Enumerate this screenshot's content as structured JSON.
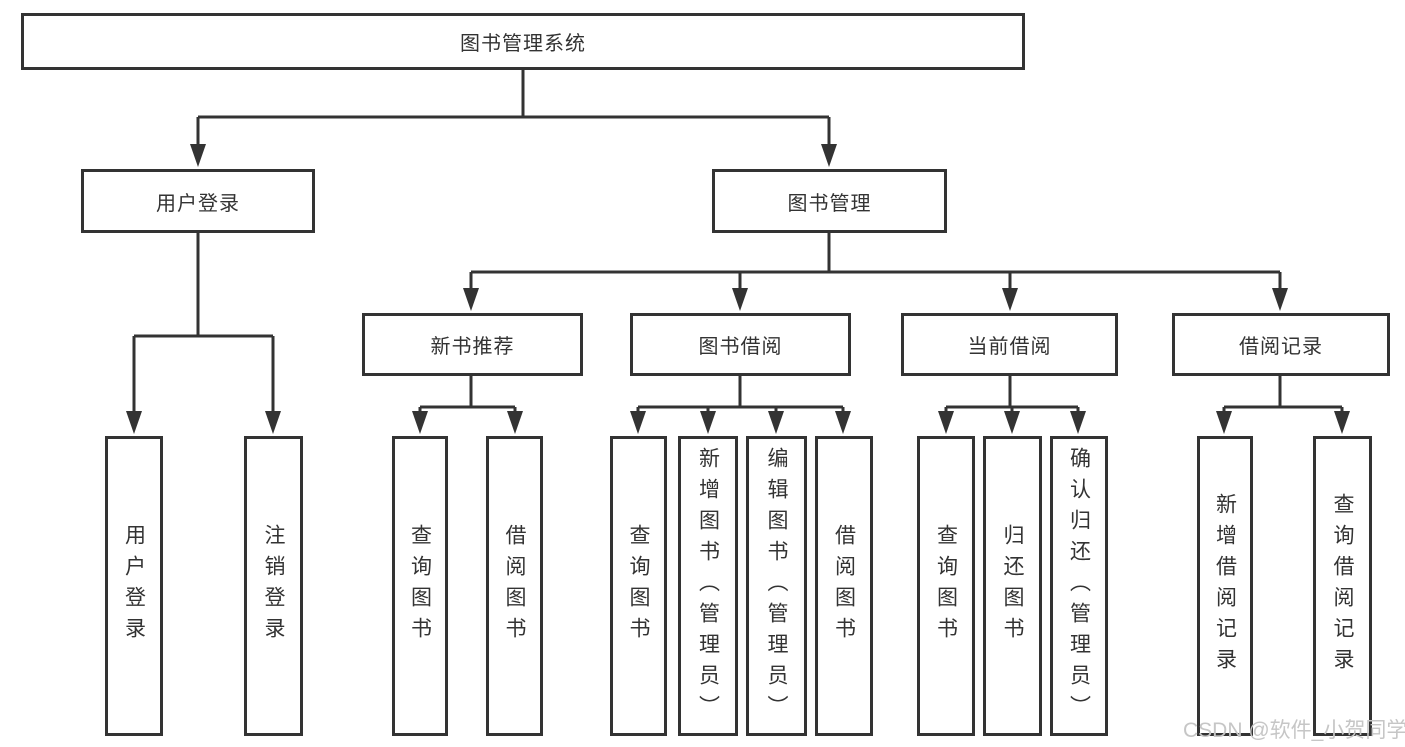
{
  "nodes": {
    "root": {
      "label": "图书管理系统"
    },
    "level2": [
      {
        "label": "用户登录"
      },
      {
        "label": "图书管理"
      }
    ],
    "level3": [
      {
        "label": "新书推荐"
      },
      {
        "label": "图书借阅"
      },
      {
        "label": "当前借阅"
      },
      {
        "label": "借阅记录"
      }
    ],
    "leaves": [
      {
        "label": "用户登录"
      },
      {
        "label": "注销登录"
      },
      {
        "label": "查询图书"
      },
      {
        "label": "借阅图书"
      },
      {
        "label": "查询图书"
      },
      {
        "label": "新增图书（管理员）"
      },
      {
        "label": "编辑图书（管理员）"
      },
      {
        "label": "借阅图书"
      },
      {
        "label": "查询图书"
      },
      {
        "label": "归还图书"
      },
      {
        "label": "确认归还（管理员）"
      },
      {
        "label": "新增借阅记录"
      },
      {
        "label": "查询借阅记录"
      }
    ]
  },
  "watermark": {
    "text": "CSDN @软件_小贺同学"
  },
  "colors": {
    "line": "#333333",
    "box_background": "#ffffff",
    "text": "#333333",
    "watermark": "#c6c6c6"
  }
}
